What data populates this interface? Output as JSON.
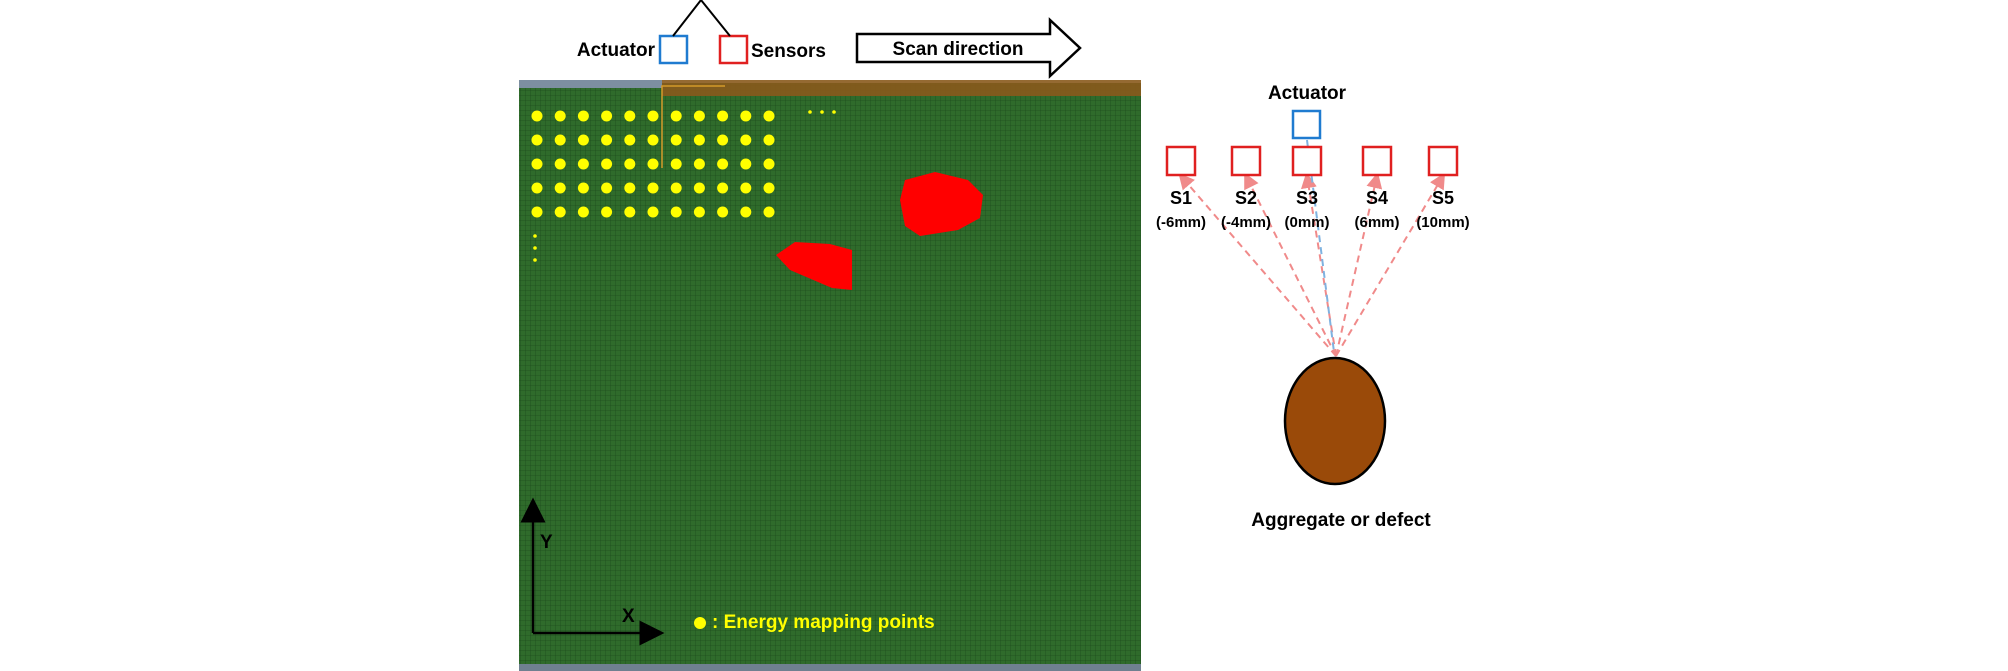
{
  "top_legend": {
    "actuator_label": "Actuator",
    "sensors_label": "Sensors",
    "scan_direction_label": "Scan direction",
    "actuator_color": "#1f7bd0",
    "sensor_color": "#e02020"
  },
  "model": {
    "background_color": "#2f6b2b",
    "defect_color": "#ff0000",
    "dot_color": "#ffff00",
    "axis_x_label": "X",
    "axis_y_label": "Y",
    "legend_text": ": Energy mapping points",
    "dot_grid": {
      "columns": 11,
      "rows": 5
    }
  },
  "schematic": {
    "actuator_label": "Actuator",
    "sensors": [
      {
        "name": "S1",
        "offset": "(-6mm)"
      },
      {
        "name": "S2",
        "offset": "(-4mm)"
      },
      {
        "name": "S3",
        "offset": "(0mm)"
      },
      {
        "name": "S4",
        "offset": "(6mm)"
      },
      {
        "name": "S5",
        "offset": "(10mm)"
      }
    ],
    "target_label": "Aggregate or defect",
    "target_color": "#9a4a09",
    "ray_color": "#f08a8a",
    "actuator_ray_color": "#7fb2e0"
  }
}
